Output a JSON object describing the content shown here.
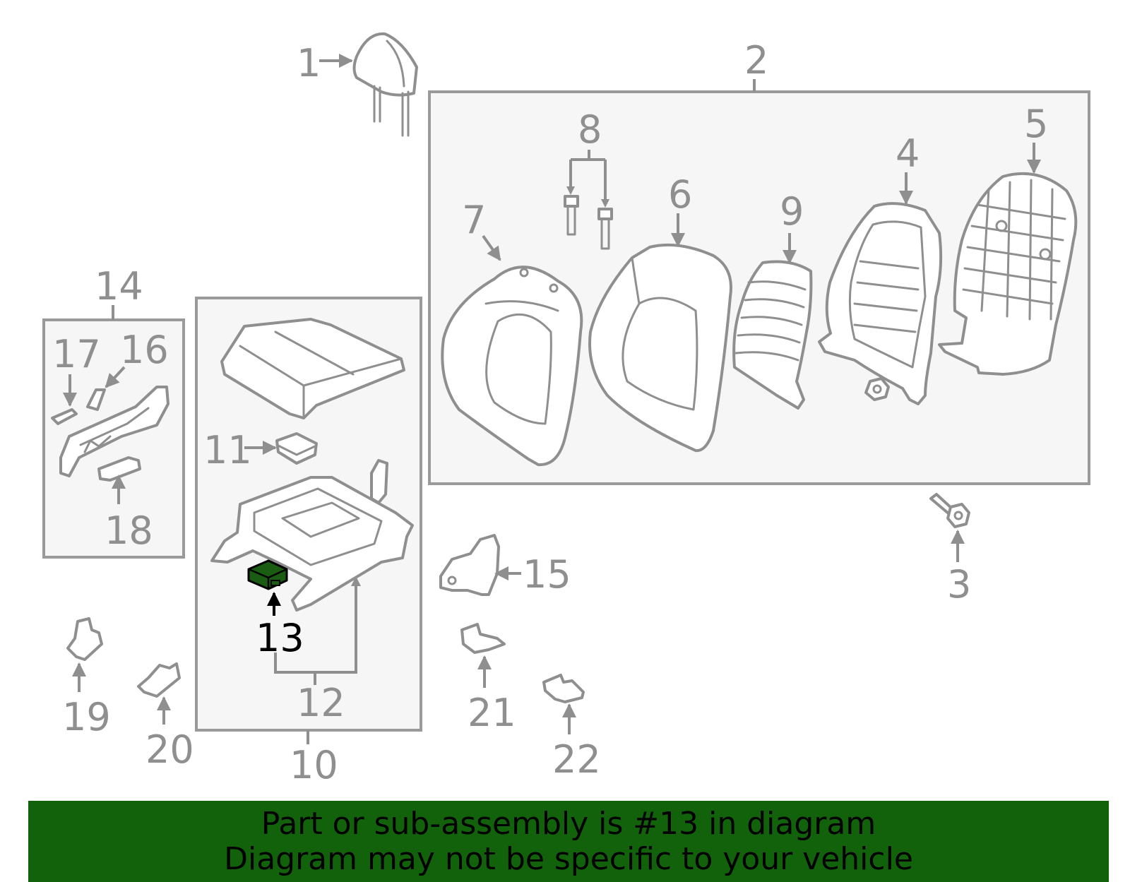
{
  "colors": {
    "line": "#8f8f8f",
    "highlight_fill": "#1a5c12",
    "banner_bg": "#12610b",
    "banner_text": "#000000",
    "group_box_fill": "#f6f6f6"
  },
  "highlighted_part": "13",
  "labels": {
    "p1": "1",
    "p2": "2",
    "p3": "3",
    "p4": "4",
    "p5": "5",
    "p6": "6",
    "p7": "7",
    "p8": "8",
    "p9": "9",
    "p10": "10",
    "p11": "11",
    "p12": "12",
    "p13": "13",
    "p14": "14",
    "p15": "15",
    "p16": "16",
    "p17": "17",
    "p18": "18",
    "p19": "19",
    "p20": "20",
    "p21": "21",
    "p22": "22"
  },
  "banner": {
    "line1": "Part or sub-assembly is #13 in diagram",
    "line2": "Diagram may not be specific to your vehicle"
  }
}
